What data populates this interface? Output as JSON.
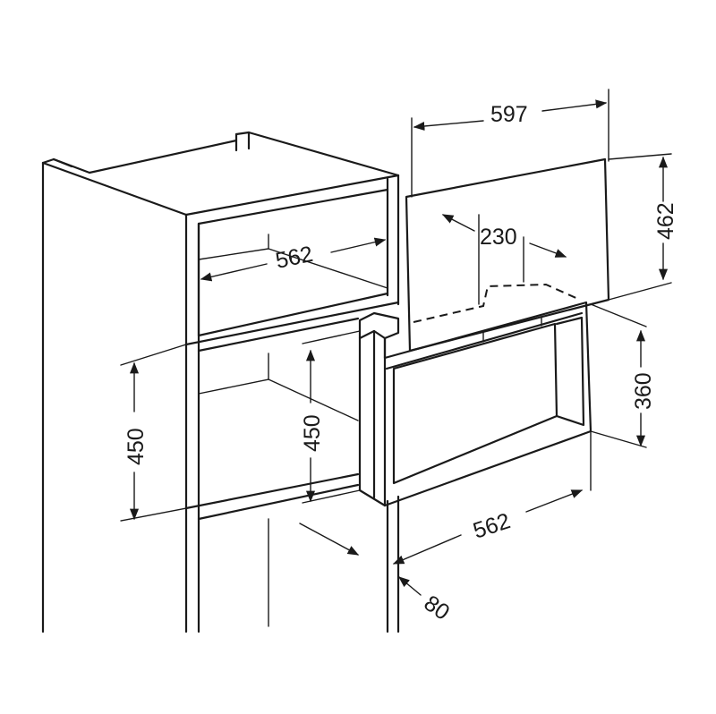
{
  "dimensions": {
    "top_width": "597",
    "top_height": "462",
    "depth_230": "230",
    "niche_width_upper": "562",
    "niche_height_left": "450",
    "niche_height_mid": "450",
    "appliance_height": "360",
    "appliance_width": "562",
    "front_depth": "80"
  }
}
